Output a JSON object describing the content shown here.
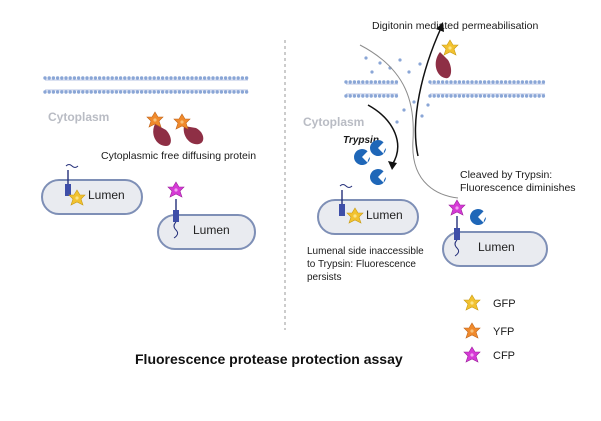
{
  "left_panel": {
    "cytoplasm_label": "Cytoplasm",
    "free_protein_label": "Cytoplasmic free diffusing protein",
    "lumen_top_label": "Lumen",
    "lumen_bottom_label": "Lumen"
  },
  "right_panel": {
    "permeabilisation_label": "Digitonin mediated permeabilisation",
    "cytoplasm_label": "Cytoplasm",
    "trypsin_label": "Trypsin",
    "cleaved_label_line1": "Cleaved by Trypsin:",
    "cleaved_label_line2": "Fluorescence diminishes",
    "lumen_left_label": "Lumen",
    "lumen_right_label": "Lumen",
    "lumenal_note_line1": "Lumenal side inaccessible",
    "lumenal_note_line2": "to Trypsin: Fluorescence",
    "lumenal_note_line3": "persists"
  },
  "legend": {
    "items": [
      {
        "label": "GFP",
        "color": "#f2c230"
      },
      {
        "label": "YFP",
        "color": "#f08a2c"
      },
      {
        "label": "CFP",
        "color": "#d63ad6"
      }
    ]
  },
  "colors": {
    "membrane_head": "#8aa6d6",
    "lumen_fill": "#e9ebf0",
    "lumen_stroke": "#7e8fb6",
    "trypsin": "#1f67b8",
    "protein_tail": "#8e2f45",
    "tether": "#25307a"
  },
  "title": "Fluorescence protease protection assay"
}
